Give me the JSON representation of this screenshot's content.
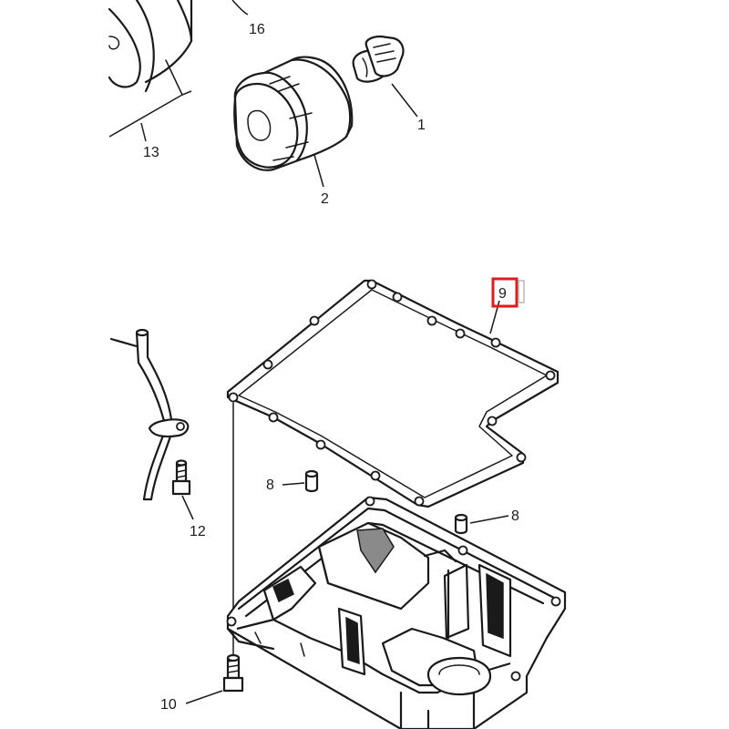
{
  "callouts": {
    "p1": "1",
    "p2": "2",
    "p8a": "8",
    "p8b": "8",
    "p9": "9",
    "p10": "10",
    "p12": "12",
    "p13": "13",
    "p16": "16"
  },
  "highlight": {
    "target": "9",
    "color": "#e01b1b"
  }
}
